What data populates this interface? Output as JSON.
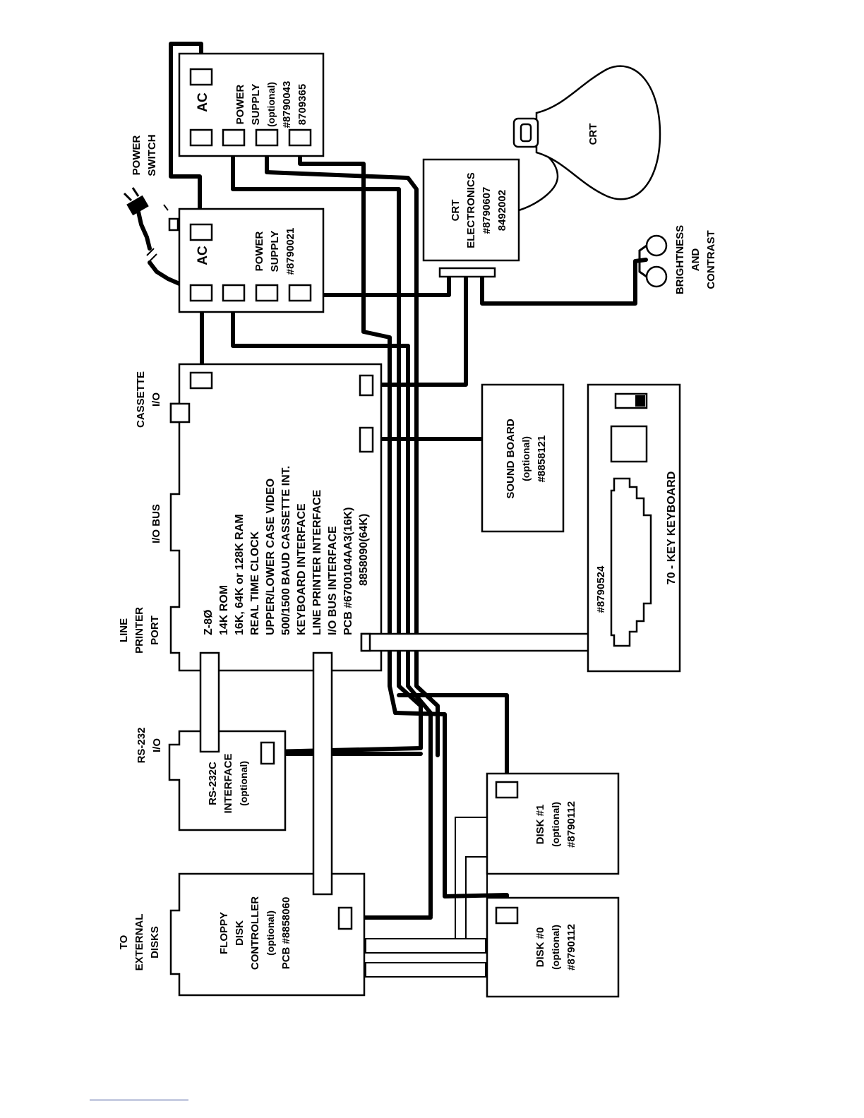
{
  "labels": {
    "to_external_disks": [
      "TO",
      "EXTERNAL",
      "DISKS"
    ],
    "rs232_io": [
      "RS-232",
      "I/O"
    ],
    "line_printer_port": [
      "LINE",
      "PRINTER",
      "PORT"
    ],
    "io_bus": [
      "I/O BUS"
    ],
    "cassette_io": [
      "CASSETTE",
      "I/O"
    ],
    "power_switch": [
      "POWER",
      "SWITCH"
    ],
    "brightness_contrast": [
      "BRIGHTNESS",
      "AND",
      "CONTRAST"
    ]
  },
  "boxes": {
    "power_supply_main": {
      "ac": "AC",
      "lines": [
        "POWER",
        "SUPPLY",
        "#8790021"
      ]
    },
    "power_supply_optional": {
      "ac": "AC",
      "lines": [
        "POWER",
        "SUPPLY",
        "(optional)",
        "#8790043",
        "8709365"
      ]
    },
    "crt_electronics": [
      "CRT",
      "ELECTRONICS",
      "#8790607",
      "8492002"
    ],
    "crt": "CRT",
    "main_board": [
      "Z-8Ø",
      "14K ROM",
      "16K, 64K or 128K RAM",
      "REAL TIME CLOCK",
      "UPPER/LOWER CASE VIDEO",
      "500/1500 BAUD CASSETTE INT.",
      "KEYBOARD INTERFACE",
      "LINE PRINTER INTERFACE",
      "I/O BUS INTERFACE",
      "PCB #6700104AA3(16K)",
      "8858090(64K)"
    ],
    "sound_board": [
      "SOUND BOARD",
      "(optional)",
      "#8858121"
    ],
    "keyboard": {
      "name": "70 - KEY KEYBOARD",
      "part": "#8790524"
    },
    "rs232_interface": [
      "RS-232C",
      "INTERFACE",
      "(optional)"
    ],
    "floppy_controller": [
      "FLOPPY",
      "DISK",
      "CONTROLLER",
      "(optional)",
      "PCB #8858060"
    ],
    "disk1": [
      "DISK #1",
      "(optional)",
      "#8790112"
    ],
    "disk0": [
      "DISK #0",
      "(optional)",
      "#8790112"
    ]
  }
}
